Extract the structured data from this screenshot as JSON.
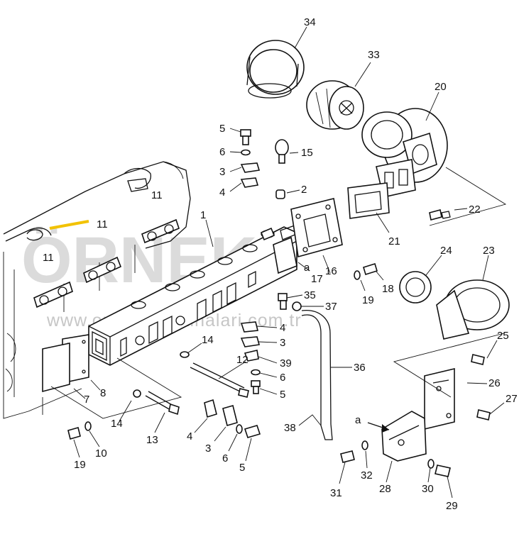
{
  "watermark": {
    "brand": "ÖRNEK",
    "url": "www.ornekismakinalari.com.tr",
    "accent_color": "#f2c200"
  },
  "callouts": [
    {
      "id": "c34a",
      "label": "34"
    },
    {
      "id": "c33a",
      "label": "33"
    },
    {
      "id": "c20a",
      "label": "20"
    },
    {
      "id": "c5a",
      "label": "5"
    },
    {
      "id": "c6a",
      "label": "6"
    },
    {
      "id": "c15a",
      "label": "15"
    },
    {
      "id": "c3a",
      "label": "3"
    },
    {
      "id": "c4a",
      "label": "4"
    },
    {
      "id": "c2a",
      "label": "2"
    },
    {
      "id": "c22a",
      "label": "22"
    },
    {
      "id": "c11a",
      "label": "11"
    },
    {
      "id": "c11b",
      "label": "11"
    },
    {
      "id": "c11c",
      "label": "11"
    },
    {
      "id": "c1a",
      "label": "1"
    },
    {
      "id": "c21a",
      "label": "21"
    },
    {
      "id": "c24a",
      "label": "24"
    },
    {
      "id": "c23a",
      "label": "23"
    },
    {
      "id": "ca1",
      "label": "a"
    },
    {
      "id": "c17a",
      "label": "17"
    },
    {
      "id": "c16a",
      "label": "16"
    },
    {
      "id": "c18a",
      "label": "18"
    },
    {
      "id": "c19a",
      "label": "19"
    },
    {
      "id": "c35a",
      "label": "35"
    },
    {
      "id": "c37a",
      "label": "37"
    },
    {
      "id": "c4b",
      "label": "4"
    },
    {
      "id": "c3b",
      "label": "3"
    },
    {
      "id": "c14a",
      "label": "14"
    },
    {
      "id": "c39a",
      "label": "39"
    },
    {
      "id": "c12a",
      "label": "12"
    },
    {
      "id": "c6b",
      "label": "6"
    },
    {
      "id": "c5b",
      "label": "5"
    },
    {
      "id": "c36a",
      "label": "36"
    },
    {
      "id": "c25a",
      "label": "25"
    },
    {
      "id": "c26a",
      "label": "26"
    },
    {
      "id": "c27a",
      "label": "27"
    },
    {
      "id": "c8a",
      "label": "8"
    },
    {
      "id": "c7a",
      "label": "7"
    },
    {
      "id": "c14b",
      "label": "14"
    },
    {
      "id": "c13a",
      "label": "13"
    },
    {
      "id": "c4c",
      "label": "4"
    },
    {
      "id": "c3c",
      "label": "3"
    },
    {
      "id": "c6c",
      "label": "6"
    },
    {
      "id": "c5c",
      "label": "5"
    },
    {
      "id": "c38a",
      "label": "38"
    },
    {
      "id": "ca2",
      "label": "a"
    },
    {
      "id": "c19b",
      "label": "19"
    },
    {
      "id": "c10a",
      "label": "10"
    },
    {
      "id": "c31a",
      "label": "31"
    },
    {
      "id": "c32a",
      "label": "32"
    },
    {
      "id": "c28a",
      "label": "28"
    },
    {
      "id": "c30a",
      "label": "30"
    },
    {
      "id": "c29a",
      "label": "29"
    }
  ]
}
